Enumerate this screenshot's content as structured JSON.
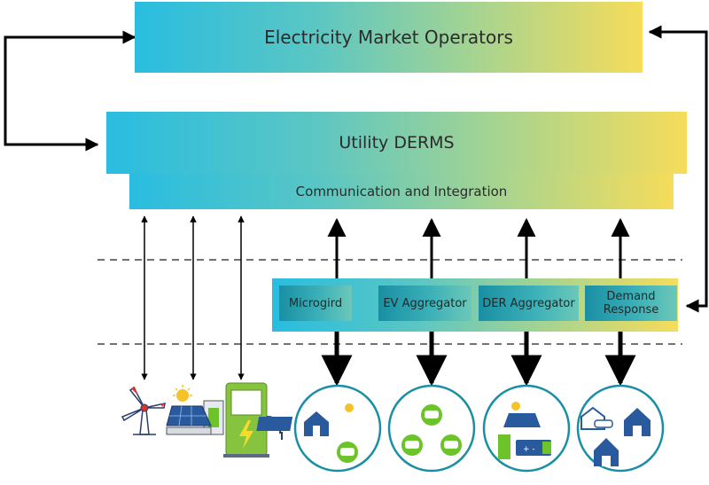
{
  "nodes": {
    "market": "Electricity Market Operators",
    "derms": "Utility DERMS",
    "comm": "Communication and Integration"
  },
  "aggregators": [
    {
      "label": "Microgird"
    },
    {
      "label": "EV Aggregator"
    },
    {
      "label": "DER Aggregator"
    },
    {
      "label": "Demand Response"
    }
  ],
  "icons": [
    "wind-turbine-icon",
    "solar-panel-icon",
    "ev-charger-icon",
    "microgrid-cluster-icon",
    "ev-fleet-icon",
    "der-storage-icon",
    "smart-homes-icon"
  ],
  "colors": {
    "gradient_start": "#29bde0",
    "gradient_end": "#f6dc5a",
    "arrow": "#000000",
    "icon_blue": "#2a5a9e",
    "icon_green": "#6cc32a",
    "circle_stroke": "#1a8fa3"
  }
}
